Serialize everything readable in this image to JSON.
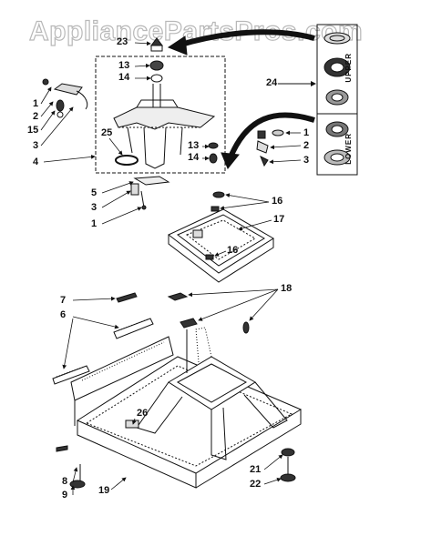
{
  "watermark": "AppliancePartsPros.com",
  "box_labels": {
    "upper": "UPPER",
    "lower": "LOWER"
  },
  "callouts": {
    "c23": "23",
    "c13a": "13",
    "c14a": "14",
    "c1a": "1",
    "c2a": "2",
    "c15": "15",
    "c3a": "3",
    "c4": "4",
    "c25": "25",
    "c13b": "13",
    "c14b": "14",
    "c24": "24",
    "c1b": "1",
    "c2b": "2",
    "c3b": "3",
    "c5": "5",
    "c3c": "3",
    "c1c": "1",
    "c16a": "16",
    "c17": "17",
    "c16b": "16",
    "c7": "7",
    "c6": "6",
    "c18": "18",
    "c26": "26",
    "c8": "8",
    "c9": "9",
    "c19": "19",
    "c21": "21",
    "c22": "22"
  }
}
